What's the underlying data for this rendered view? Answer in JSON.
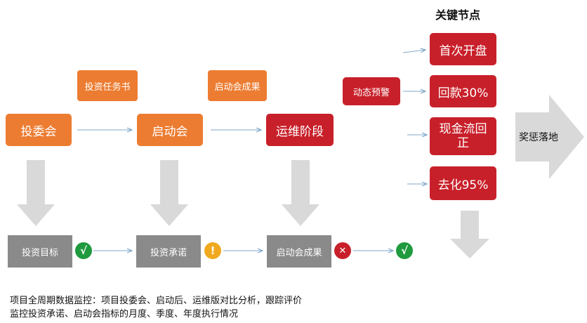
{
  "key_nodes": {
    "title": "关键节点",
    "items": [
      "首次开盘",
      "回款30%",
      "现金流回正",
      "去化95%"
    ]
  },
  "top_row": {
    "stage1": "投委会",
    "stage2": "启动会",
    "stage3": "运维阶段",
    "doc1": "投资任务书",
    "doc2": "启动会成果",
    "warning": "动态预警"
  },
  "bottom_row": {
    "item1": "投资目标",
    "item2": "投资承诺",
    "item3": "启动会成果",
    "status1": "√",
    "status2": "!",
    "status3": "✕",
    "status4": "√"
  },
  "reward": "奖惩落地",
  "notes": {
    "line1": "项目全周期数据监控：项目投委会、启动后、运维版对比分析，跟踪评价",
    "line2": "监控投资承诺、启动会指标的月度、季度、年度执行情况"
  },
  "colors": {
    "orange": "#ec7c31",
    "red": "#c8202a",
    "gray": "#8a8a8a",
    "green": "#1f9a3e",
    "amber": "#f0a91e",
    "arrow_gray": "#d9d9d9",
    "line_blue": "#7fa7c9"
  }
}
